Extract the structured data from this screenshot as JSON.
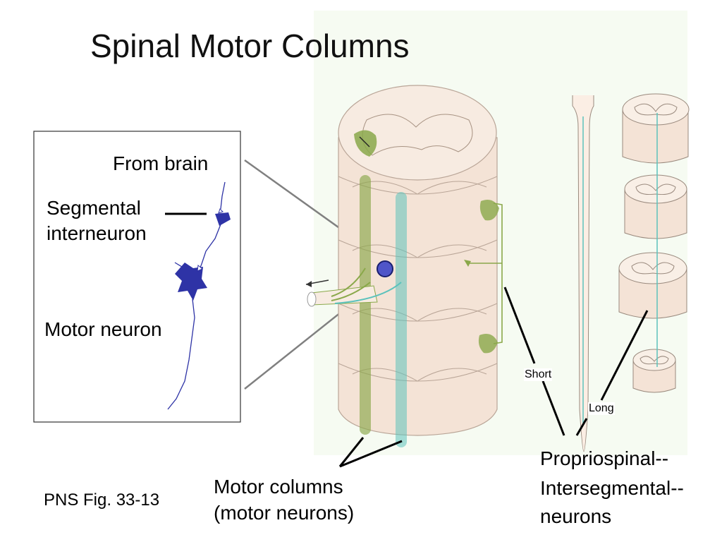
{
  "title": "Spinal Motor Columns",
  "inset": {
    "from_brain": "From brain",
    "segmental": "Segmental",
    "interneuron": "interneuron",
    "motor_neuron": "Motor neuron"
  },
  "figure_ref": "PNS Fig. 33-13",
  "labels": {
    "short": "Short",
    "long": "Long",
    "motor_columns_line1": "Motor columns",
    "motor_columns_line2": "(motor neurons)",
    "propriospinal_line1": "Propriospinal--",
    "propriospinal_line2": "Intersegmental--",
    "propriospinal_line3": "neurons"
  },
  "colors": {
    "cord_fill": "#f4e3d6",
    "cord_stroke": "#b9a597",
    "motor_green": "#8aa84a",
    "interneuron_teal": "#5cc2bc",
    "neuron_blue": "#2e33a6",
    "highlight_circle": "#4f55c8"
  }
}
